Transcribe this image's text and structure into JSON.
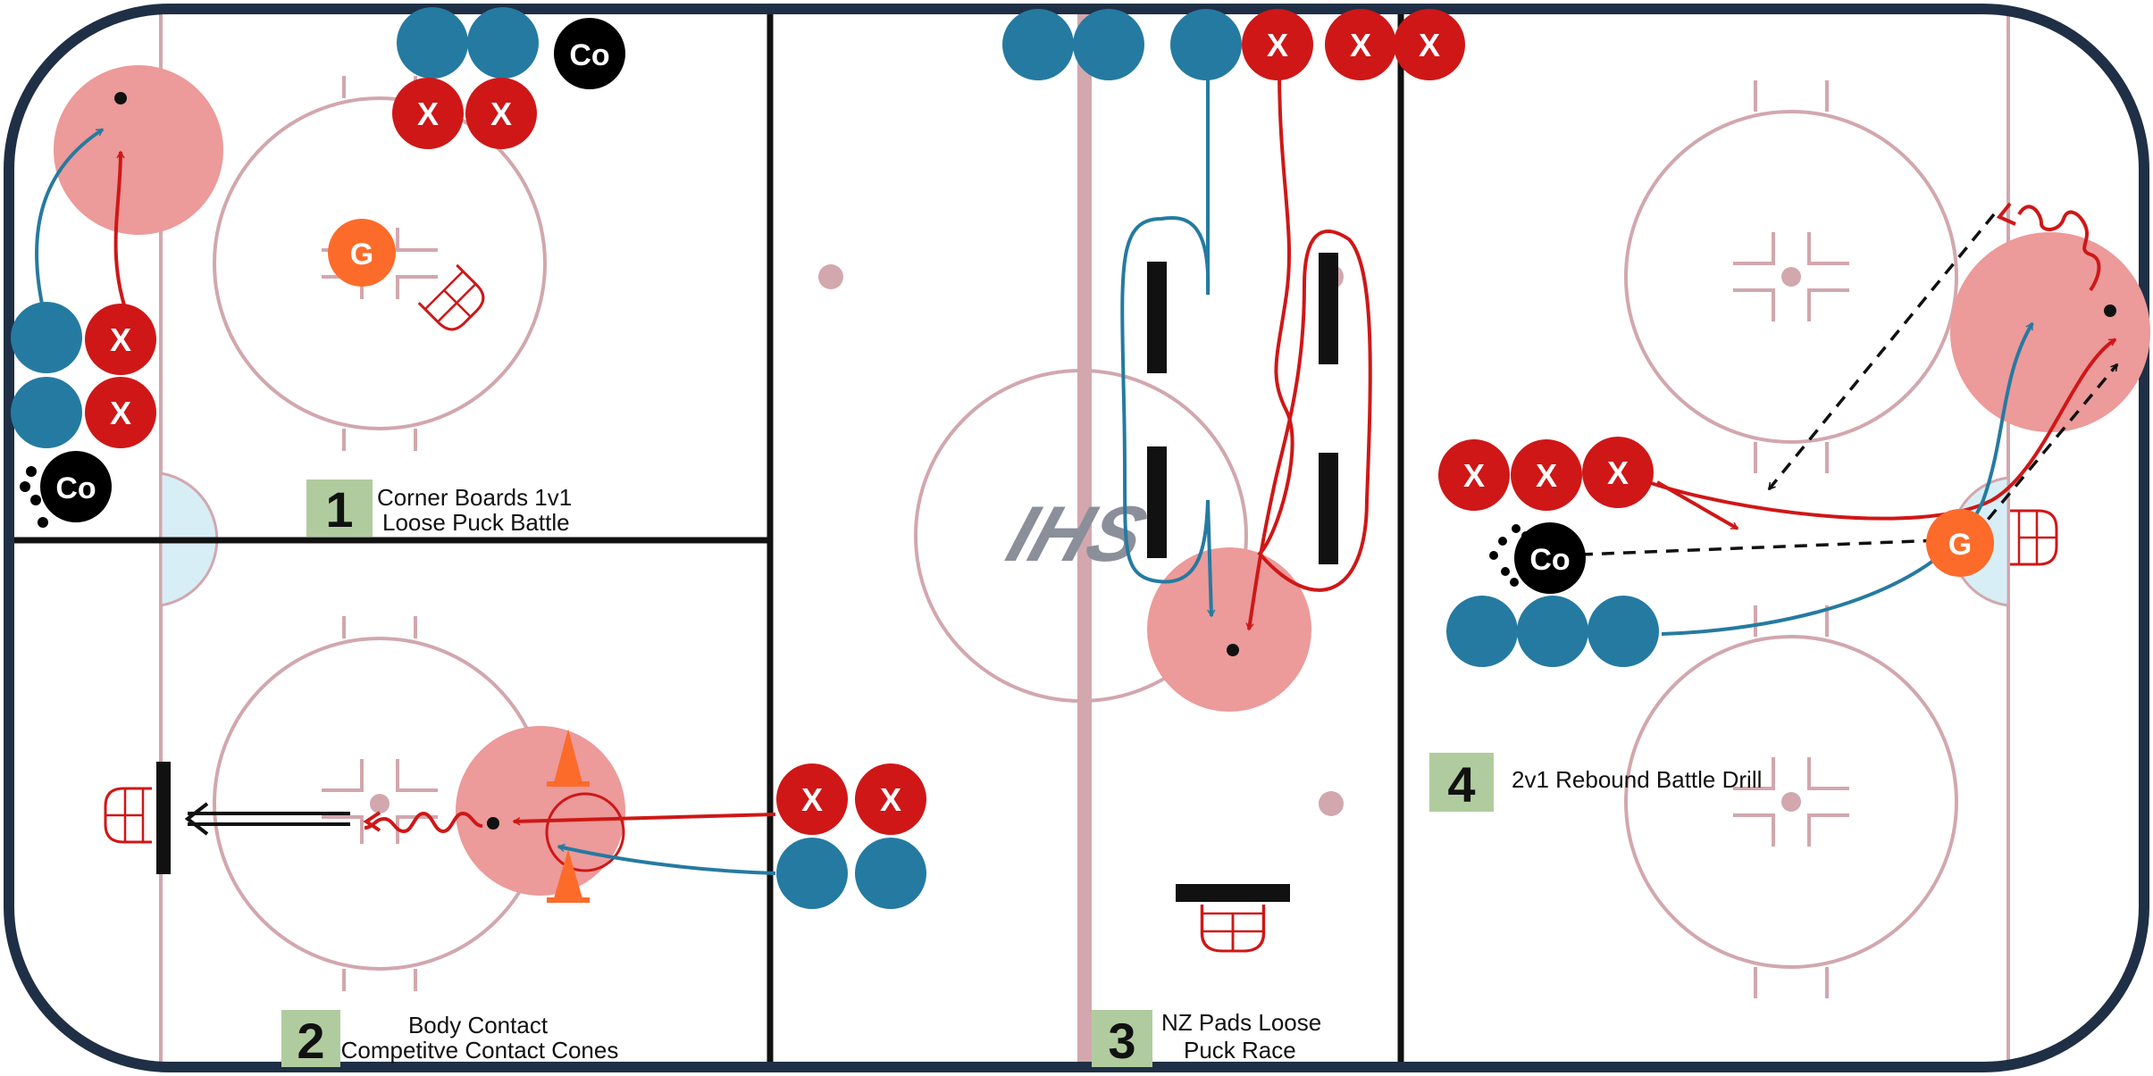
{
  "colors": {
    "board": "#1f2f45",
    "rink_line": "#d2a7ae",
    "divider": "#111111",
    "zone_fill": "#ec9a9a",
    "blue_player": "#257aa1",
    "red_player": "#cf1717",
    "coach": "#000000",
    "goalie": "#fd6b2a",
    "label_box": "#b0cc9f",
    "crease": "#d8eef6",
    "logo": "#8b8f99"
  },
  "player_marks": {
    "x": "X",
    "coach": "Co",
    "goalie": "G"
  },
  "logo": {
    "text": "IHS"
  },
  "stations": [
    {
      "number": "1",
      "line1": "Corner Boards 1v1",
      "line2": "Loose Puck Battle"
    },
    {
      "number": "2",
      "line1": "Body Contact",
      "line2": "Competitve Contact Cones"
    },
    {
      "number": "3",
      "line1": "NZ Pads Loose",
      "line2": "Puck Race"
    },
    {
      "number": "4",
      "line1": "2v1 Rebound Battle Drill",
      "line2": ""
    }
  ]
}
